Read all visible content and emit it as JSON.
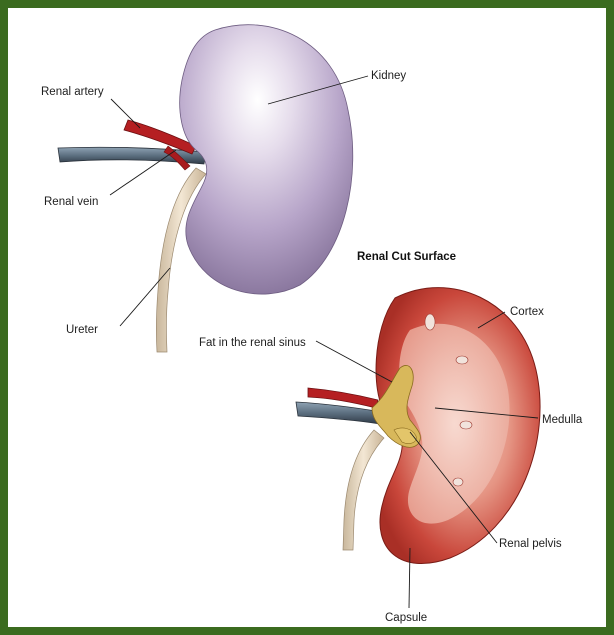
{
  "colors": {
    "frame": "#3b6b1f",
    "kidney_surface": "#b7a5c9",
    "cut_cortex": "#c4453a",
    "artery": "#b51f22",
    "vein": "#5c6f80",
    "ureter": "#e7d6bd",
    "fat": "#dcb63a"
  },
  "labels": {
    "renal_artery": "Renal artery",
    "renal_vein": "Renal vein",
    "ureter": "Ureter",
    "kidney": "Kidney",
    "section_title": "Renal Cut Surface",
    "cortex": "Cortex",
    "fat_sinus": "Fat in the renal sinus",
    "medulla": "Medulla",
    "renal_pelvis": "Renal pelvis",
    "capsule": "Capsule"
  }
}
